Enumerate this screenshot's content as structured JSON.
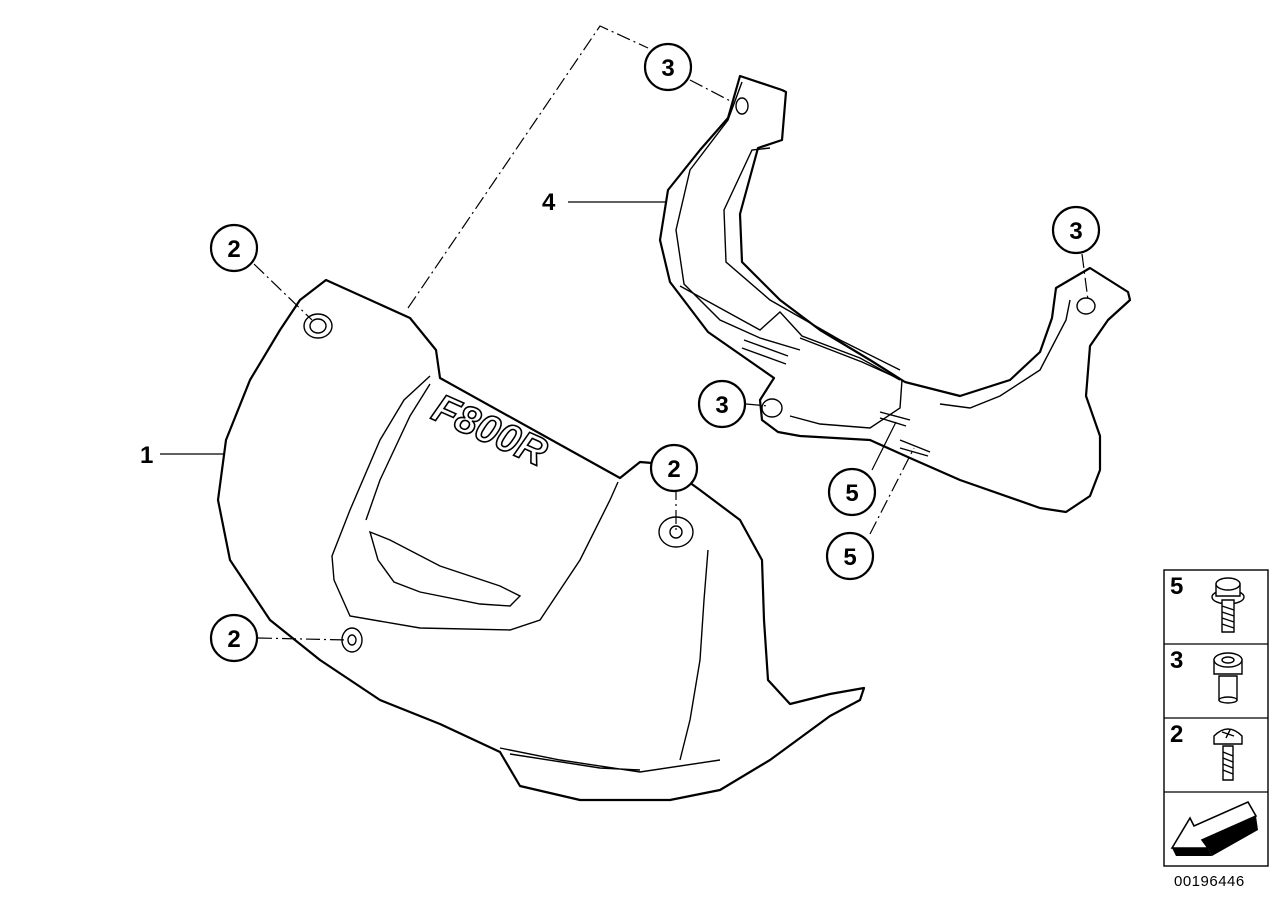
{
  "callouts": {
    "top_3": "3",
    "right_3": "3",
    "mid_3": "3",
    "left_upper_2": "2",
    "center_2": "2",
    "left_lower_2": "2",
    "upper_5": "5",
    "lower_5": "5"
  },
  "labels": {
    "part_1": "1",
    "part_4": "4"
  },
  "logo_text": "F800R",
  "legend": {
    "rows": [
      "5",
      "3",
      "2"
    ]
  },
  "diagram_id": "00196446"
}
